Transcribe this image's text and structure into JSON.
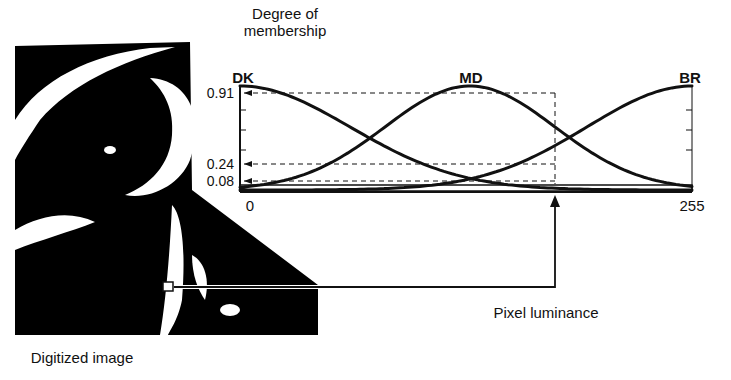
{
  "diagram": {
    "labels": [
      "Degree of membership",
      "DK",
      "MD",
      "BR",
      "0.91",
      "0.24",
      "0.08",
      "0",
      "255",
      "Pixel luminance",
      "Digitized image"
    ]
  }
}
